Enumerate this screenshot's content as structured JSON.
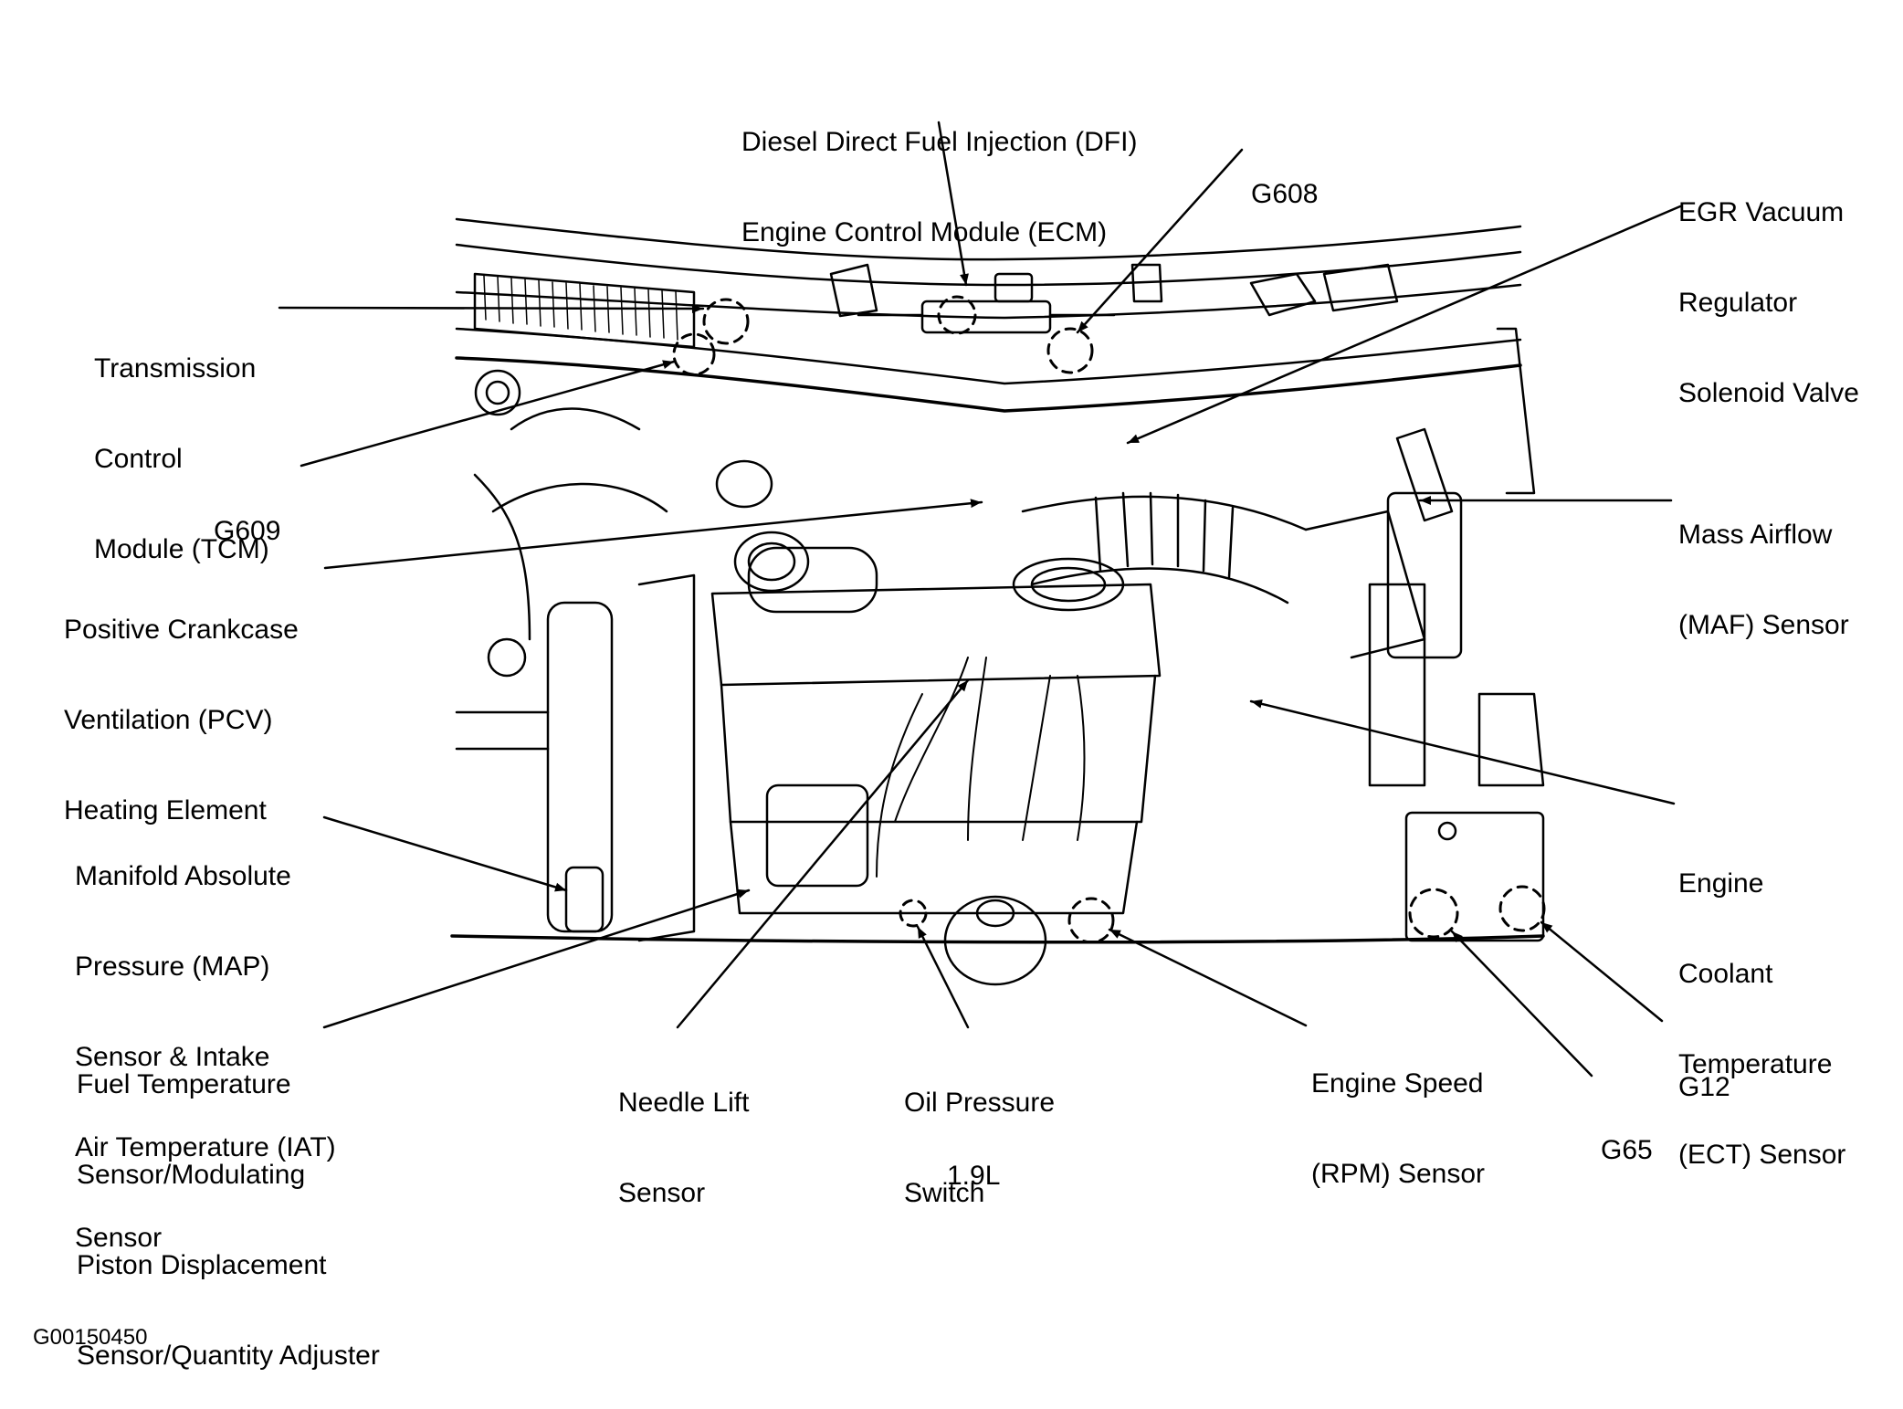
{
  "caption": "1.9L",
  "figure_code": "G00150450",
  "labels": {
    "ecm": [
      "Diesel Direct Fuel Injection (DFI)",
      "Engine Control Module (ECM)"
    ],
    "g608": [
      "G608"
    ],
    "egr": [
      "EGR Vacuum",
      "Regulator",
      "Solenoid Valve"
    ],
    "tcm": [
      "Transmission",
      "Control",
      "Module (TCM)"
    ],
    "g609": [
      "G609"
    ],
    "maf": [
      "Mass Airflow",
      "(MAF) Sensor"
    ],
    "pcv": [
      "Positive Crankcase",
      "Ventilation (PCV)",
      "Heating Element"
    ],
    "map": [
      "Manifold Absolute",
      "Pressure (MAP)",
      "Sensor & Intake",
      "Air Temperature (IAT)",
      "Sensor"
    ],
    "ect": [
      "Engine",
      "Coolant",
      "Temperature",
      "(ECT) Sensor"
    ],
    "fuel": [
      "Fuel Temperature",
      "Sensor/Modulating",
      "Piston Displacement",
      "Sensor/Quantity Adjuster"
    ],
    "needle": [
      "Needle Lift",
      "Sensor"
    ],
    "oil": [
      "Oil Pressure",
      "Switch"
    ],
    "rpm": [
      "Engine Speed",
      "(RPM) Sensor"
    ],
    "g12": [
      "G12"
    ],
    "g65": [
      "G65"
    ]
  }
}
